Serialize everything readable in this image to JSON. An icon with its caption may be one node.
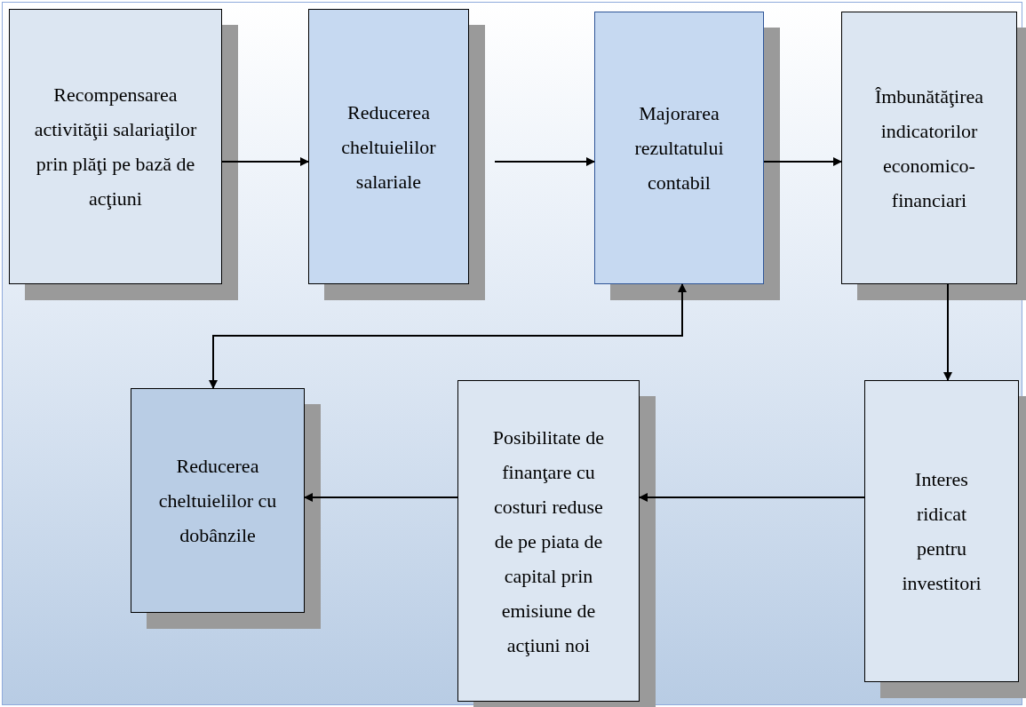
{
  "diagram": {
    "nodes": [
      {
        "text": [
          "Recompensarea activităţii salariaţilor prin plăţi pe bază de acţiuni"
        ]
      },
      {
        "text": [
          "Reducerea cheltuielilor salariale"
        ]
      },
      {
        "text": [
          "Majorarea rezultatului contabil"
        ]
      },
      {
        "text": [
          "Îmbunătăţirea indicatorilor economico-financiari"
        ]
      },
      {
        "text": [
          "Reducerea cheltuielilor cu dobânzile"
        ]
      },
      {
        "text": [
          "Posibilitate de finanţare cu costuri reduse de pe piata de capital prin emisiune de acţiuni noi"
        ]
      },
      {
        "text": [
          "Interes ridicat pentru investitori"
        ]
      }
    ],
    "edges": [
      {
        "from": 0,
        "to": 1,
        "arrow": "to"
      },
      {
        "from": 1,
        "to": 2,
        "arrow": "to"
      },
      {
        "from": 2,
        "to": 3,
        "arrow": "to"
      },
      {
        "from": 3,
        "to": 6,
        "arrow": "to"
      },
      {
        "from": 6,
        "to": 5,
        "arrow": "to"
      },
      {
        "from": 5,
        "to": 4,
        "arrow": "to"
      },
      {
        "from": 4,
        "to": 2,
        "arrow": "both"
      }
    ]
  }
}
